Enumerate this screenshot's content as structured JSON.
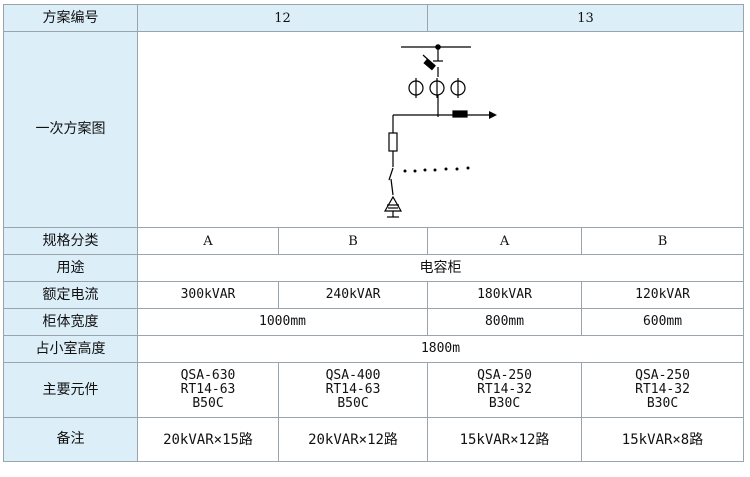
{
  "header": {
    "label": "方案编号",
    "scheme_a": "12",
    "scheme_b": "13"
  },
  "diagram_row": {
    "label": "一次方案图"
  },
  "spec_row": {
    "label": "规格分类",
    "values": [
      "A",
      "B",
      "A",
      "B"
    ]
  },
  "usage_row": {
    "label": "用途",
    "value": "电容柜"
  },
  "current_row": {
    "label": "额定电流",
    "values": [
      "300kVAR",
      "240kVAR",
      "180kVAR",
      "120kVAR"
    ]
  },
  "width_row": {
    "label": "柜体宽度",
    "value_12": "1000mm",
    "value_13a": "800mm",
    "value_13b": "600mm"
  },
  "height_row": {
    "label": "占小室高度",
    "value": "1800m"
  },
  "components_row": {
    "label": "主要元件",
    "cells": [
      [
        "QSA-630",
        "RT14-63",
        "B50C"
      ],
      [
        "QSA-400",
        "RT14-63",
        "B50C"
      ],
      [
        "QSA-250",
        "RT14-32",
        "B30C"
      ],
      [
        "QSA-250",
        "RT14-32",
        "B30C"
      ]
    ]
  },
  "notes_row": {
    "label": "备注",
    "values": [
      "20kVAR×15路",
      "20kVAR×12路",
      "15kVAR×12路",
      "15kVAR×8路"
    ]
  }
}
